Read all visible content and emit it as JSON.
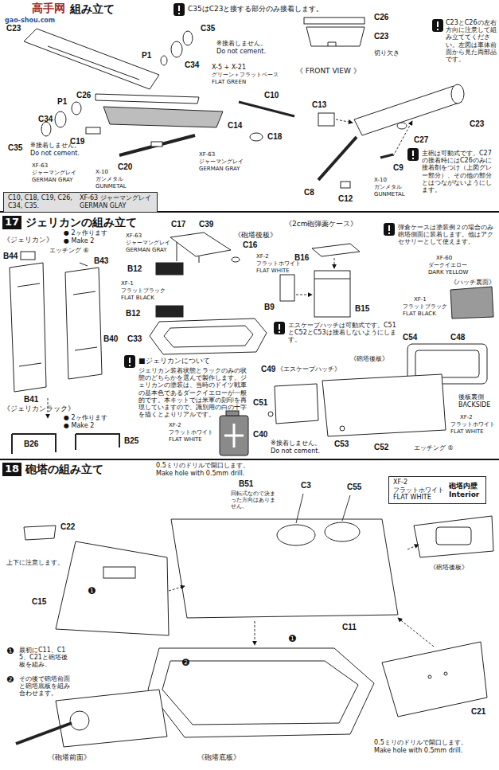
{
  "diagram": {
    "nodes": [
      {
        "text": [
          "組み立て"
        ]
      },
      {
        "text": [
          "C10, C18, C19, C26, C34, C35.",
          "XF-63 ジャーマングレイ",
          "GERMAN GLAY"
        ]
      },
      {
        "text": [
          "17",
          "ジェリカンの組み立て"
        ]
      },
      {
        "text": [
          "18",
          "砲塔の組み立て"
        ]
      },
      {
        "text": [
          "XF-2",
          "フラットホワイト",
          "FLAT WHITE",
          "砲塔内壁",
          "Interior"
        ]
      }
    ],
    "labels": [
      "高手网",
      "gao-shou.com",
      "C35はC23と接する部分のみ接着します。",
      "C23",
      "C35",
      "※接着しません。",
      "Do not cement.",
      "C34",
      "P1",
      "X-5 + X-21",
      "グリーン＋フラットベース",
      "FLAT GREEN",
      "C26",
      "P1",
      "C34",
      "C10",
      "C14",
      "C19",
      "C18",
      "C35",
      "※接着しません。",
      "Do not cement.",
      "XF-63",
      "ジャーマングレイ",
      "GERMAN GRAY",
      "C20",
      "XF-63",
      "ジャーマングレイ",
      "GERMAN GRAY",
      "X-10",
      "ガンメタル",
      "GUNMETAL",
      "C26",
      "C23",
      "切り欠き",
      "《 FRONT VIEW 》",
      "C23とC26の左右方向に注意して組み立ててください。左図は車体前面から見た両部品です。",
      "C13",
      "C27",
      "C23",
      "C9",
      "C8",
      "C12",
      "X-10",
      "ガンメタル",
      "GUNMETAL",
      "主砲は可動式です。C27の接着時にはC26のみに接着剤をつけ（上図グレー部分）、その他の部分とはつながないようにします。",
      "《ジェリカン》",
      "● 2ヶ作ります",
      "● Make 2",
      "B44",
      "B43",
      "エッチング ⑥",
      "B40",
      "B41",
      "《ジェリカンラック》",
      "● 2ヶ作ります",
      "● Make 2",
      "B26",
      "B25",
      "C17",
      "C39",
      "《砲塔後板》",
      "XF-63",
      "ジャーマングレイ",
      "GERMAN GRAY",
      "C16",
      "XF-2",
      "フラットホワイト",
      "FLAT WHITE",
      "B12",
      "XF-1",
      "フラットブラック",
      "FLAT BLACK",
      "B12",
      "C33",
      "《2cm砲弾薬ケース》",
      "B16",
      "B9",
      "B15",
      "弾倉ケースは塗装例２の場合のみ砲塔側面に装着します。他はアクセサリーとして使えます。",
      "XF-60",
      "ダークイエロー",
      "DARK YELLOW",
      "《ハッチ裏面》",
      "XF-1",
      "フラットブラック",
      "FLAT BLACK",
      "■ジェリカンについて",
      "ジェリカン装着状態とラックのみの状態のどちらかを選んで製作します。ジェリカンの塗装は、当時のドイツ戦車の基本色であるダークイエローが一般的です。本キットでは米軍の刻印を再現していますので、識別用の白の十字を描くとよりリアルです。",
      "XF-2",
      "フラットホワイト",
      "FLAT WHITE",
      "エスケープハッチは可動式です。C51とC52とC53は接着しないようにします。",
      "C54",
      "C48",
      "C49",
      "《エスケープハッチ》",
      "《砲塔後板》",
      "C51",
      "後板裏側",
      "BACKSIDE",
      "XF-2",
      "フラットホワイト",
      "FLAT WHITE",
      "C53",
      "C40",
      "※接着しません。",
      "Do not cement.",
      "C52",
      "エッチング ⑤",
      "0.5ミリのドリルで開口します。",
      "Make hole with 0.5mm drill.",
      "B51",
      "C3",
      "C55",
      "回転式なので決まった方向はありません。",
      "C22",
      "上下に注意します。",
      "C15",
      "《砲塔後板》",
      "C11",
      "❶",
      "❷",
      "❶",
      "❶",
      "最初にC11、C15、C21と砲塔後板を組み、",
      "❷",
      "その後で砲塔前面と砲塔底板を組み合わせます。",
      "C21",
      "0.5ミリのドリルで開口します。",
      "Make hole with 0.5mm drill.",
      "《砲塔前面》",
      "《砲塔底板》"
    ]
  }
}
